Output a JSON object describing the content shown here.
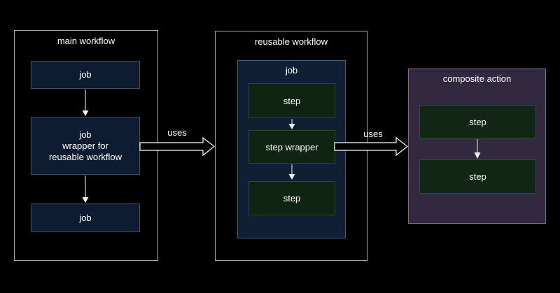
{
  "main_workflow": {
    "title": "main workflow",
    "job_top": "job",
    "job_wrapper": "job\nwrapper for\nreusable workflow",
    "job_bottom": "job"
  },
  "reusable_workflow": {
    "title": "reusable workflow",
    "job_title": "job",
    "step_top": "step",
    "step_wrapper": "step wrapper",
    "step_bottom": "step"
  },
  "composite_action": {
    "title": "composite action",
    "step_top": "step",
    "step_bottom": "step"
  },
  "arrows": {
    "uses_left": "uses",
    "uses_right": "uses"
  },
  "colors": {
    "background": "#000000",
    "workflow_border": "#a9a9a9",
    "job_fill": "#0d1c30",
    "job_border": "#3a5069",
    "job_container_fill": "#102034",
    "job_container_border": "#3f5c7d",
    "step_fill": "#102413",
    "step_border": "#2c4a26",
    "composite_fill": "#322840",
    "composite_border": "#7b6e89",
    "arrow_line": "#d0d0d0",
    "text": "#ffffff"
  }
}
